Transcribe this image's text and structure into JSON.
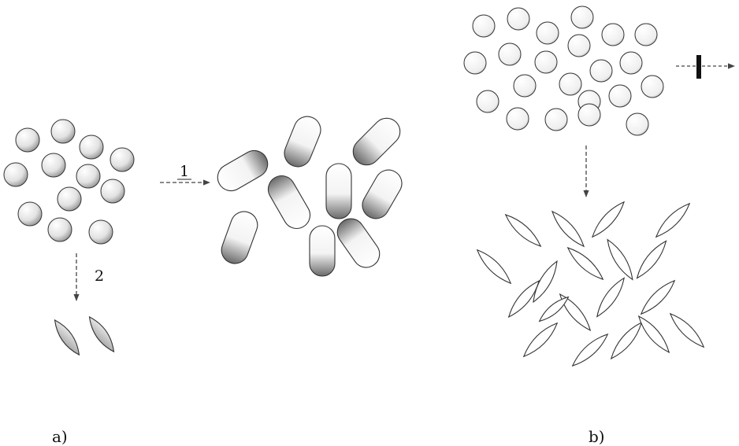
{
  "panels": {
    "a": {
      "label": "a)"
    },
    "b": {
      "label": "b)"
    }
  },
  "arrows": {
    "arrow_1": {
      "label": "1"
    },
    "arrow_2": {
      "label": "2"
    }
  },
  "colors": {
    "outline": "#333333",
    "shade_dark": "#555555",
    "shade_light": "#f2f2f2",
    "arrow": "#444444",
    "inhibitor_bar": "#111111"
  }
}
